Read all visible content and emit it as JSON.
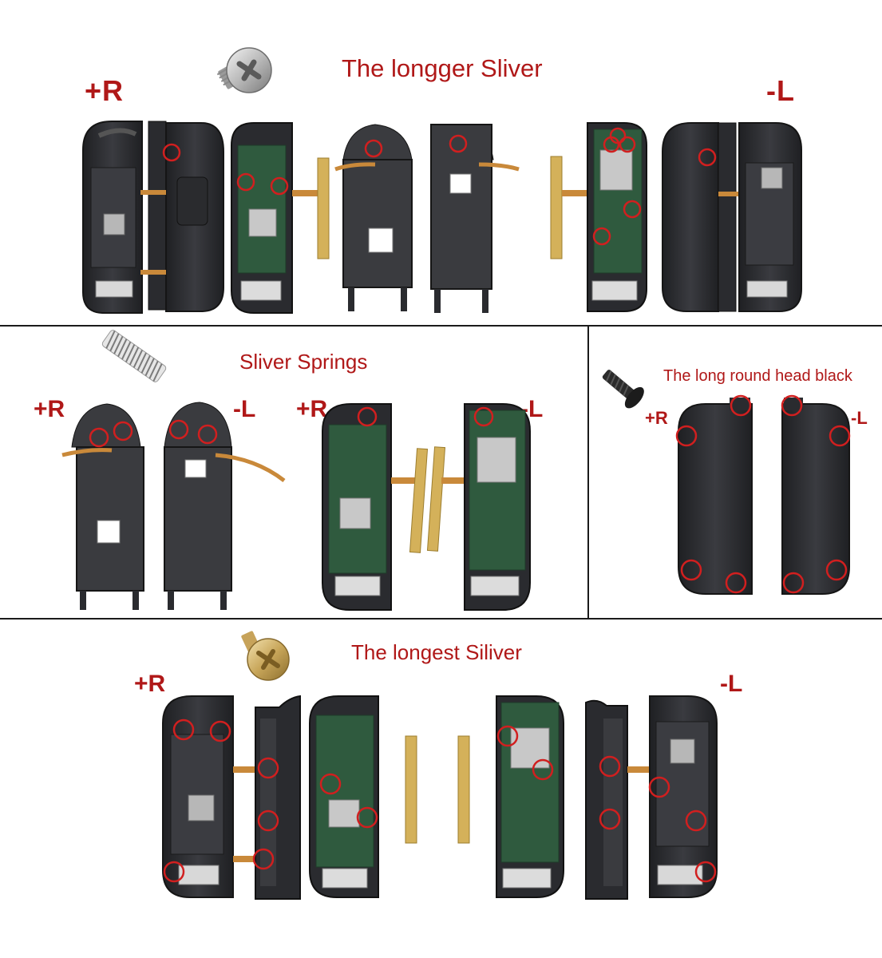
{
  "sections": {
    "top": {
      "title": "The longger Sliver",
      "label_right": "+R",
      "label_left": "-L"
    },
    "middle_left": {
      "title": "Sliver Springs",
      "label_r1": "+R",
      "label_l1": "-L",
      "label_r2": "+R",
      "label_l2": "-L"
    },
    "middle_right": {
      "title": "The long round head black",
      "label_right": "+R",
      "label_left": "-L"
    },
    "bottom": {
      "title": "The longest Siliver",
      "label_right": "+R",
      "label_left": "-L"
    }
  },
  "icons": [
    "silver-screw-icon",
    "spring-icon",
    "black-screw-icon",
    "gold-screw-icon"
  ],
  "colors": {
    "label": "#b01818",
    "marker": "#d11f1f",
    "shell": "#2e2f33",
    "board": "#2f5a3e",
    "ribbon": "#c9a44a",
    "divider": "#1a1a1a"
  }
}
